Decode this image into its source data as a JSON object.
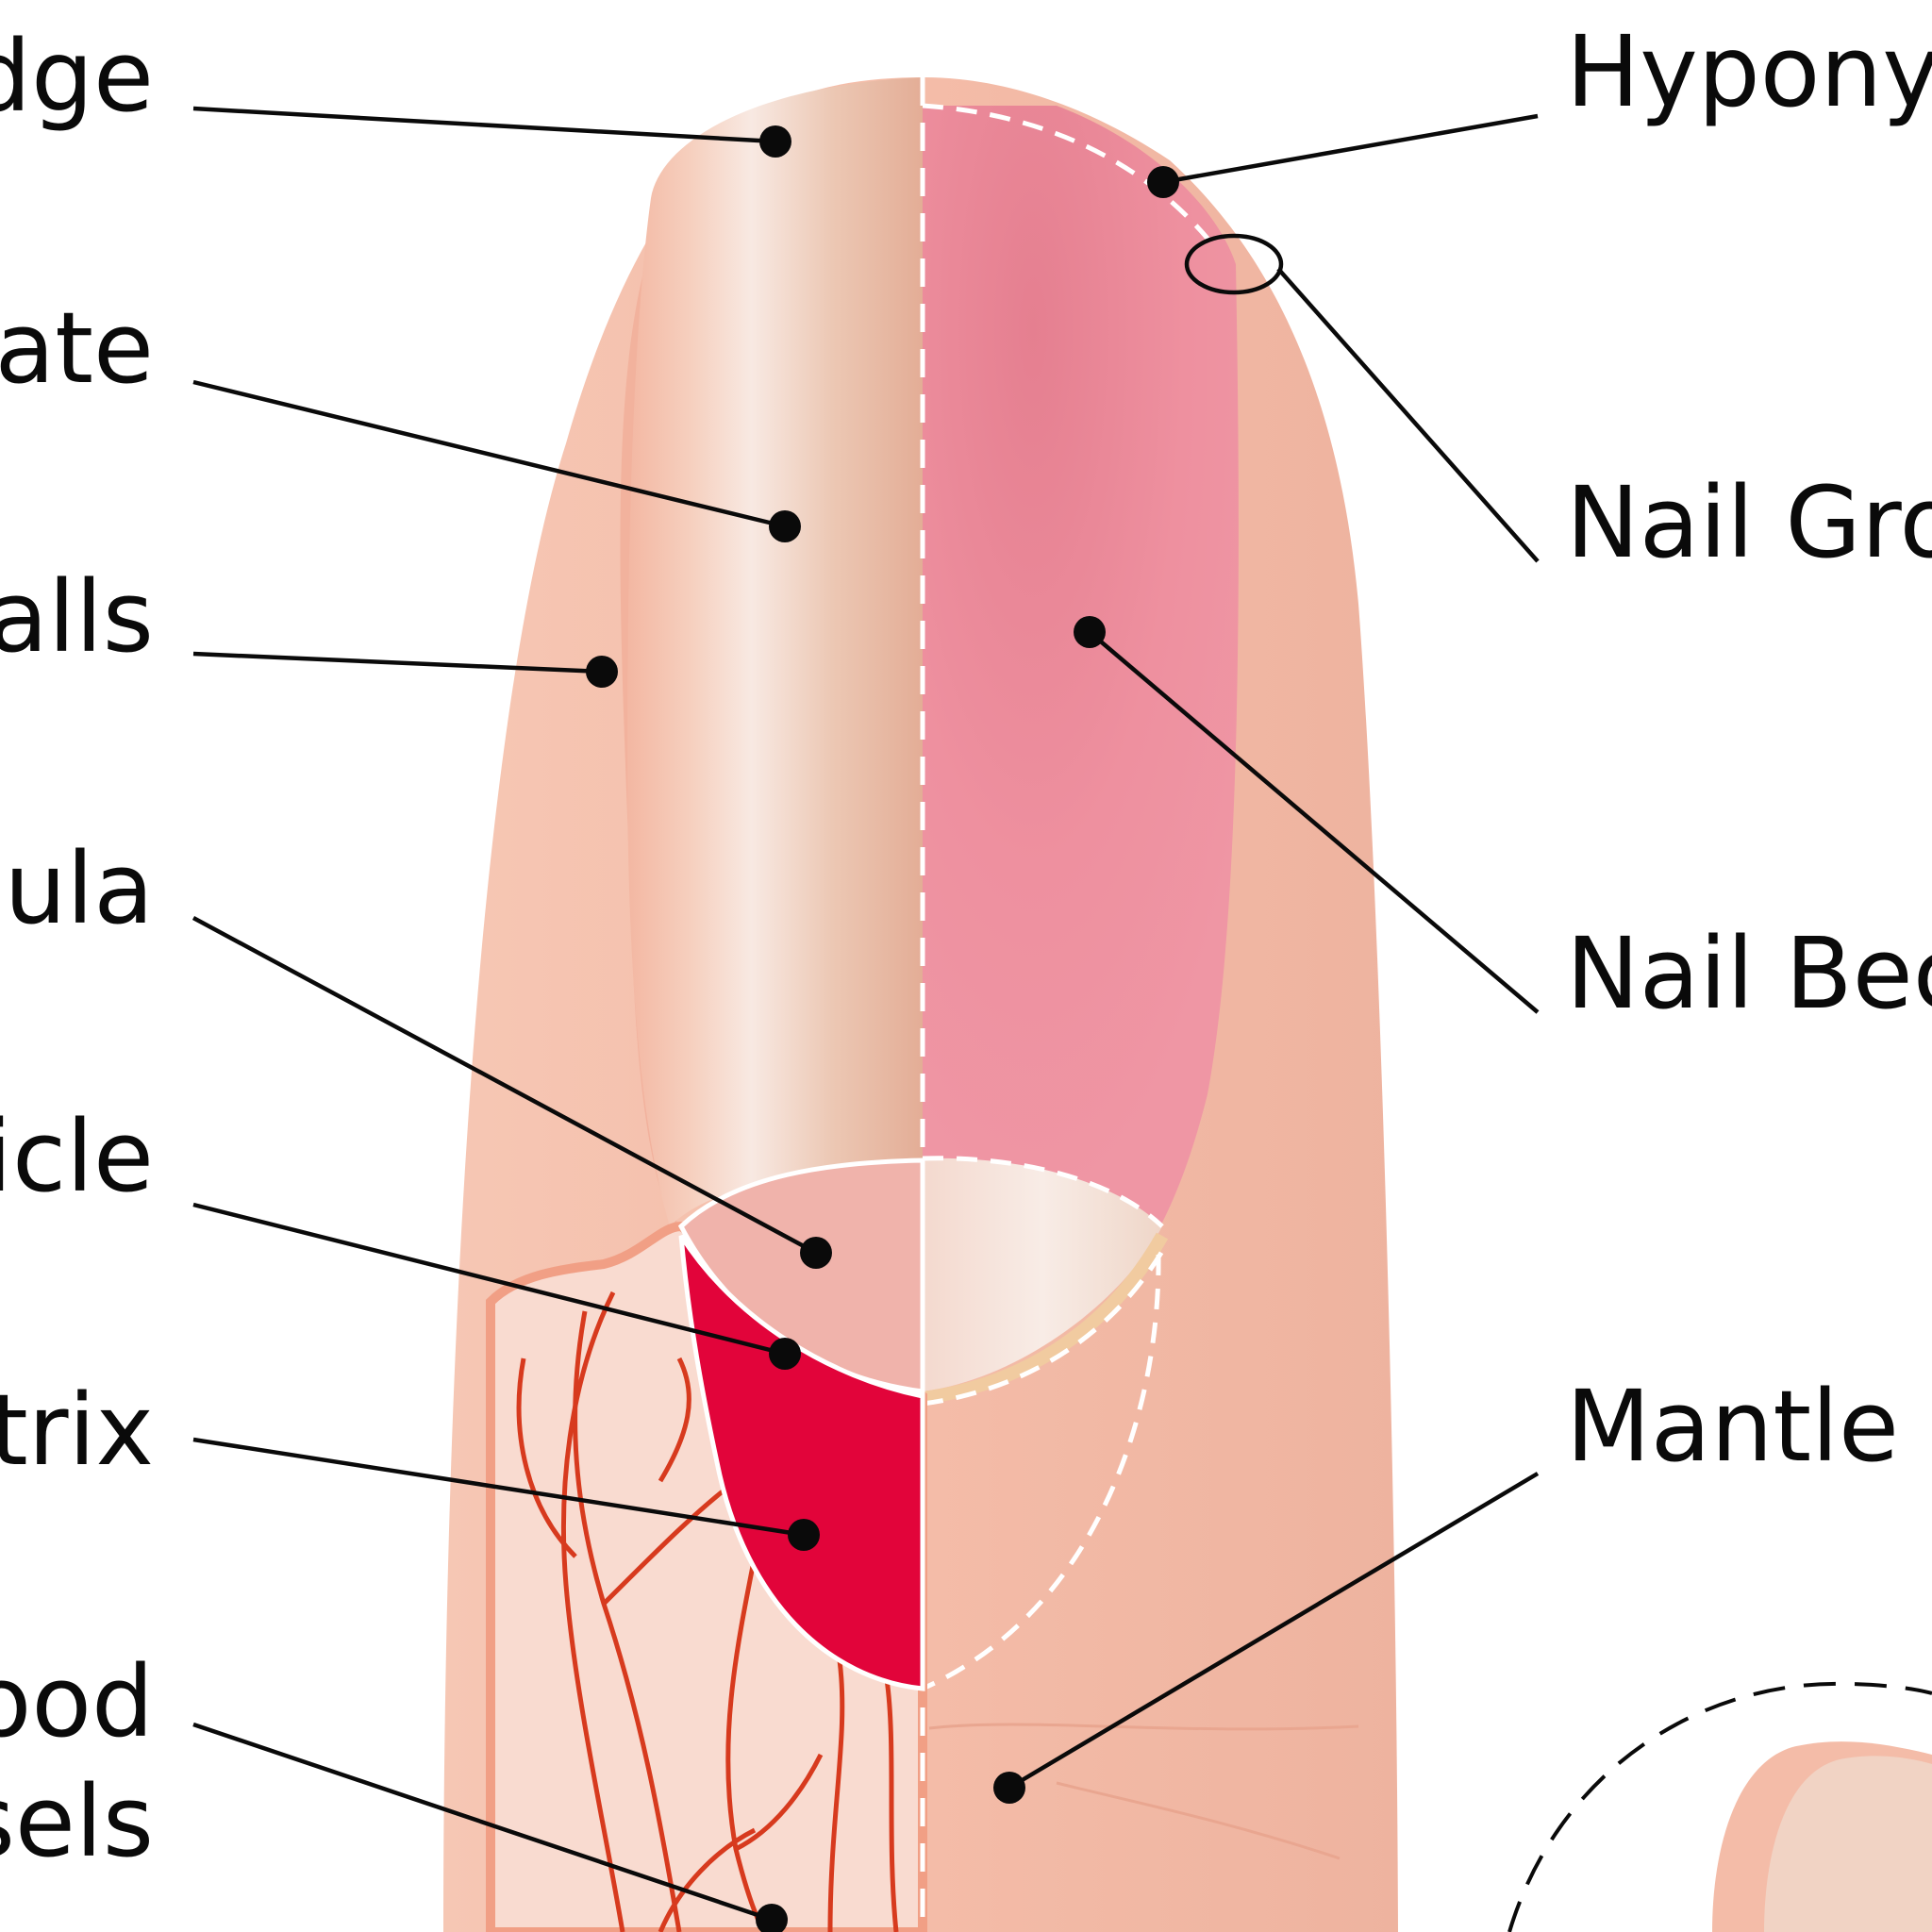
{
  "labels_left": [
    {
      "id": "free-edge",
      "text": "dge"
    },
    {
      "id": "nail-plate",
      "text": "ate"
    },
    {
      "id": "nail-walls",
      "text": "Valls"
    },
    {
      "id": "lunula",
      "text": "nula"
    },
    {
      "id": "cuticle",
      "text": "icle"
    },
    {
      "id": "matrix",
      "text": "trix"
    },
    {
      "id": "blood-vessels",
      "text": "ood",
      "text2": "sels"
    }
  ],
  "labels_right": [
    {
      "id": "hyponychium",
      "text": "Hypony"
    },
    {
      "id": "nail-groove",
      "text": "Nail Gro"
    },
    {
      "id": "nail-bed",
      "text": "Nail Bec"
    },
    {
      "id": "mantle",
      "text": "Mantle"
    }
  ],
  "colors": {
    "skin": "#f4bca8",
    "skin_dark": "#eba892",
    "nail_bed": "#ee909f",
    "matrix": "#e2043a",
    "vessels": "#d73a1e",
    "lunula": "#f0b3ab",
    "ink": "#0a0a0a"
  }
}
